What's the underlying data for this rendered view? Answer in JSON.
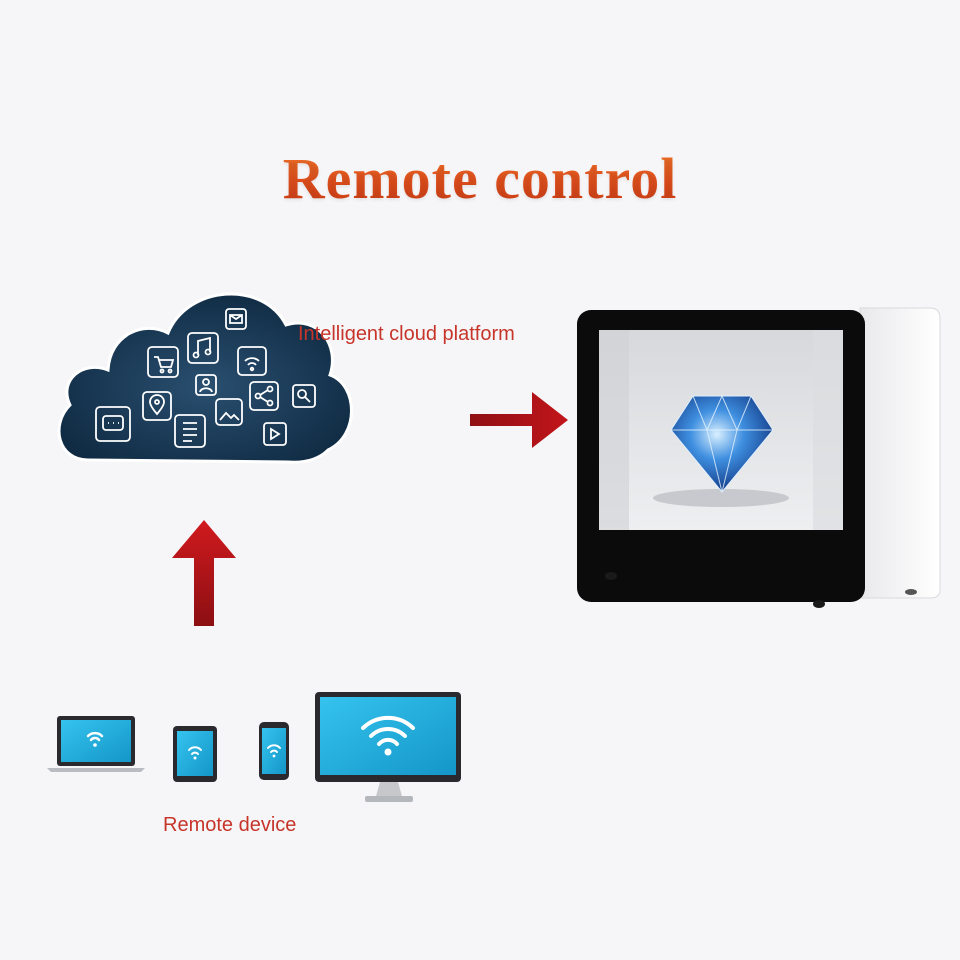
{
  "title": "Remote control",
  "labels": {
    "cloud": "Intelligent cloud platform",
    "devices": "Remote device"
  },
  "colors": {
    "title": "#e4501d",
    "label": "#c7352a",
    "arrow": "#b3161a",
    "cloud": "#13304a",
    "screen": "#1aa8d9"
  },
  "icons": {
    "cloud_icons": [
      "shopping-cart-icon",
      "music-note-icon",
      "wifi-icon",
      "mail-icon",
      "location-pin-icon",
      "user-icon",
      "image-icon",
      "share-icon",
      "search-icon",
      "chat-icon",
      "document-icon",
      "video-icon"
    ],
    "devices": [
      "laptop-icon",
      "tablet-icon",
      "phone-icon",
      "monitor-icon"
    ]
  }
}
